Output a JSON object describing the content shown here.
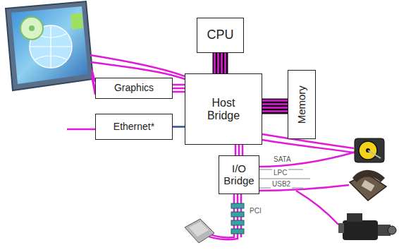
{
  "diagram": {
    "nodes": [
      {
        "text": [
          "CPU"
        ]
      },
      {
        "text": [
          "Graphics"
        ]
      },
      {
        "text": [
          "Host Bridge"
        ]
      },
      {
        "text": [
          "Memory"
        ]
      },
      {
        "text": [
          "Ethernet*"
        ]
      },
      {
        "text": [
          "I/O Bridge"
        ]
      }
    ],
    "edges": [
      {
        "from": 0,
        "to": 2,
        "arrow": "none"
      },
      {
        "from": 1,
        "to": 2,
        "arrow": "none"
      },
      {
        "from": 2,
        "to": 3,
        "arrow": "none"
      },
      {
        "from": 4,
        "to": 2,
        "arrow": "none"
      },
      {
        "from": 2,
        "to": 5,
        "arrow": "none"
      }
    ],
    "labels": [
      "SATA",
      "LPC",
      "USB2",
      "PCI"
    ]
  }
}
